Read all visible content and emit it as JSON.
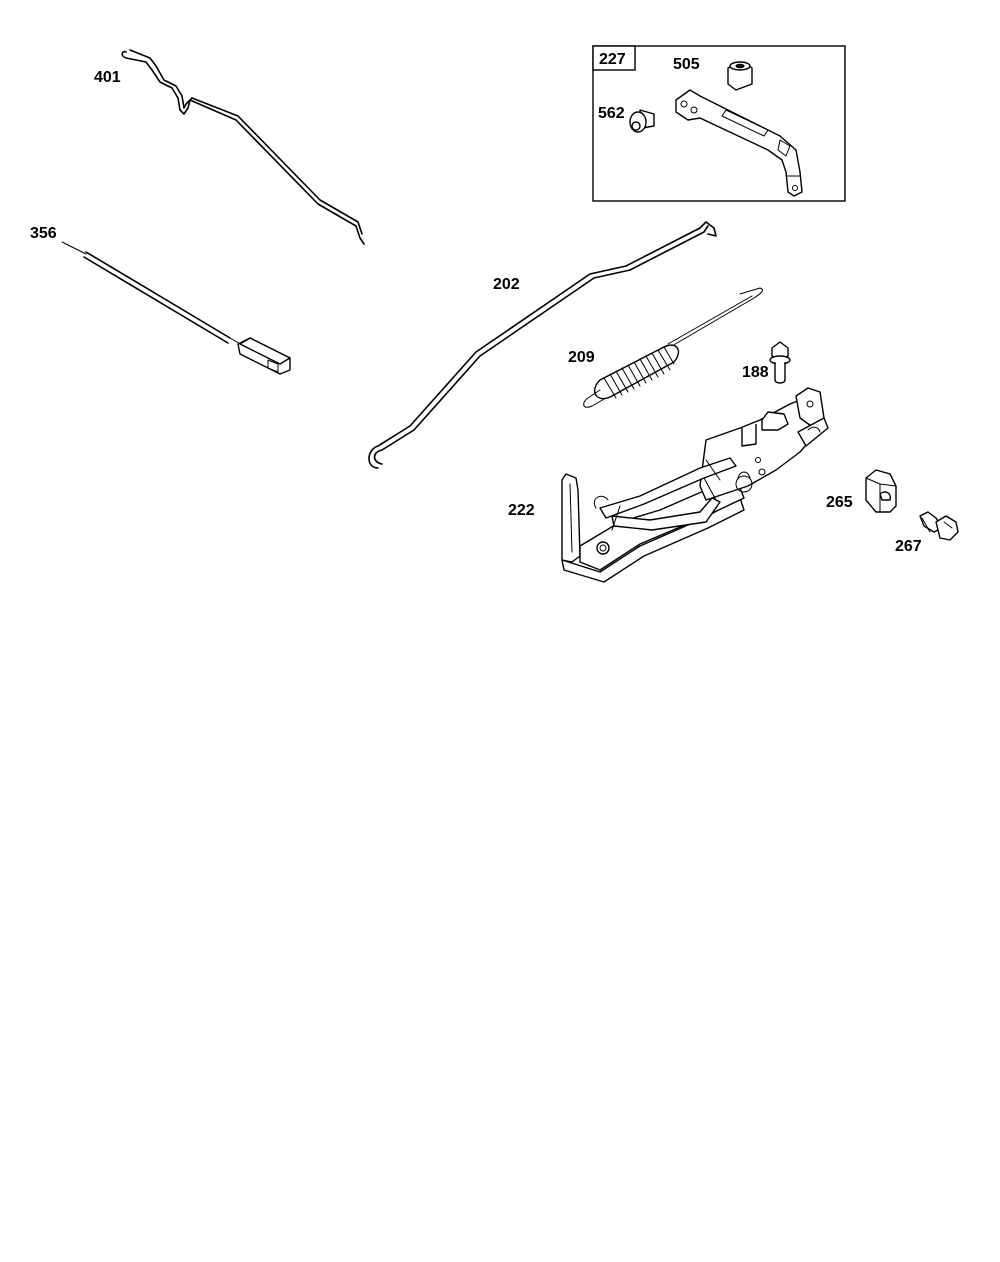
{
  "diagram": {
    "labels": {
      "p401": "401",
      "p356": "356",
      "p202": "202",
      "p209": "209",
      "p188": "188",
      "p222": "222",
      "p265": "265",
      "p267": "267",
      "p227": "227",
      "p505": "505",
      "p562": "562"
    }
  }
}
